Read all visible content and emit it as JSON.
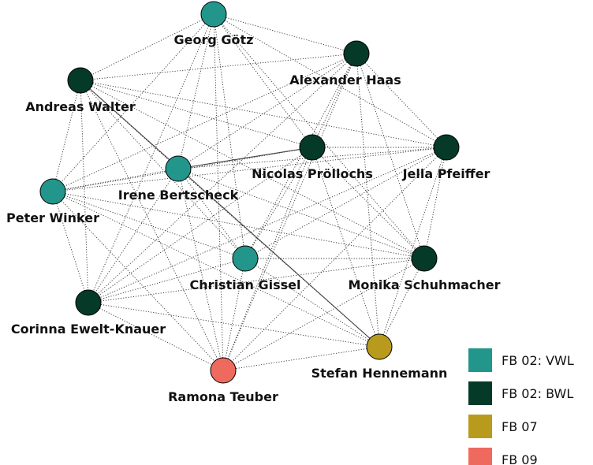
{
  "network": {
    "groups": [
      {
        "id": "vwl",
        "label": "FB 02: VWL",
        "color": "#23968b"
      },
      {
        "id": "bwl",
        "label": "FB 02: BWL",
        "color": "#063a28"
      },
      {
        "id": "fb07",
        "label": "FB 07",
        "color": "#b89b1c"
      },
      {
        "id": "fb09",
        "label": "FB 09",
        "color": "#ef6a5e"
      }
    ],
    "nodes": [
      {
        "id": "goetz",
        "label": "Georg Götz",
        "group": "vwl"
      },
      {
        "id": "haas",
        "label": "Alexander Haas",
        "group": "bwl"
      },
      {
        "id": "walter",
        "label": "Andreas Walter",
        "group": "bwl"
      },
      {
        "id": "proellochs",
        "label": "Nicolas Pröllochs",
        "group": "bwl"
      },
      {
        "id": "pfeiffer",
        "label": "Jella Pfeiffer",
        "group": "bwl"
      },
      {
        "id": "bertscheck",
        "label": "Irene Bertscheck",
        "group": "vwl"
      },
      {
        "id": "winker",
        "label": "Peter Winker",
        "group": "vwl"
      },
      {
        "id": "gissel",
        "label": "Christian Gissel",
        "group": "vwl"
      },
      {
        "id": "schuhmacher",
        "label": "Monika Schuhmacher",
        "group": "bwl"
      },
      {
        "id": "ewelt",
        "label": "Corinna Ewelt-Knauer",
        "group": "bwl"
      },
      {
        "id": "hennemann",
        "label": "Stefan Hennemann",
        "group": "fb07"
      },
      {
        "id": "teuber",
        "label": "Ramona Teuber",
        "group": "fb09"
      }
    ],
    "solid_edges": [
      [
        "walter",
        "hennemann"
      ],
      [
        "bertscheck",
        "proellochs"
      ]
    ],
    "dotted_edges": [
      [
        "goetz",
        "haas"
      ],
      [
        "goetz",
        "walter"
      ],
      [
        "goetz",
        "bertscheck"
      ],
      [
        "goetz",
        "proellochs"
      ],
      [
        "goetz",
        "pfeiffer"
      ],
      [
        "goetz",
        "winker"
      ],
      [
        "goetz",
        "gissel"
      ],
      [
        "goetz",
        "schuhmacher"
      ],
      [
        "goetz",
        "ewelt"
      ],
      [
        "goetz",
        "teuber"
      ],
      [
        "haas",
        "walter"
      ],
      [
        "haas",
        "proellochs"
      ],
      [
        "haas",
        "pfeiffer"
      ],
      [
        "haas",
        "bertscheck"
      ],
      [
        "haas",
        "winker"
      ],
      [
        "haas",
        "gissel"
      ],
      [
        "haas",
        "schuhmacher"
      ],
      [
        "haas",
        "ewelt"
      ],
      [
        "haas",
        "hennemann"
      ],
      [
        "haas",
        "teuber"
      ],
      [
        "walter",
        "proellochs"
      ],
      [
        "walter",
        "pfeiffer"
      ],
      [
        "walter",
        "bertscheck"
      ],
      [
        "walter",
        "winker"
      ],
      [
        "walter",
        "gissel"
      ],
      [
        "walter",
        "schuhmacher"
      ],
      [
        "walter",
        "ewelt"
      ],
      [
        "walter",
        "teuber"
      ],
      [
        "proellochs",
        "pfeiffer"
      ],
      [
        "proellochs",
        "winker"
      ],
      [
        "proellochs",
        "gissel"
      ],
      [
        "proellochs",
        "schuhmacher"
      ],
      [
        "proellochs",
        "ewelt"
      ],
      [
        "proellochs",
        "hennemann"
      ],
      [
        "proellochs",
        "teuber"
      ],
      [
        "pfeiffer",
        "bertscheck"
      ],
      [
        "pfeiffer",
        "winker"
      ],
      [
        "pfeiffer",
        "gissel"
      ],
      [
        "pfeiffer",
        "schuhmacher"
      ],
      [
        "pfeiffer",
        "ewelt"
      ],
      [
        "pfeiffer",
        "hennemann"
      ],
      [
        "pfeiffer",
        "teuber"
      ],
      [
        "bertscheck",
        "winker"
      ],
      [
        "bertscheck",
        "gissel"
      ],
      [
        "bertscheck",
        "schuhmacher"
      ],
      [
        "bertscheck",
        "ewelt"
      ],
      [
        "bertscheck",
        "hennemann"
      ],
      [
        "bertscheck",
        "teuber"
      ],
      [
        "winker",
        "gissel"
      ],
      [
        "winker",
        "schuhmacher"
      ],
      [
        "winker",
        "ewelt"
      ],
      [
        "winker",
        "hennemann"
      ],
      [
        "winker",
        "teuber"
      ],
      [
        "gissel",
        "schuhmacher"
      ],
      [
        "gissel",
        "ewelt"
      ],
      [
        "gissel",
        "hennemann"
      ],
      [
        "gissel",
        "teuber"
      ],
      [
        "schuhmacher",
        "ewelt"
      ],
      [
        "schuhmacher",
        "hennemann"
      ],
      [
        "schuhmacher",
        "teuber"
      ],
      [
        "ewelt",
        "hennemann"
      ],
      [
        "ewelt",
        "teuber"
      ],
      [
        "hennemann",
        "teuber"
      ]
    ]
  }
}
